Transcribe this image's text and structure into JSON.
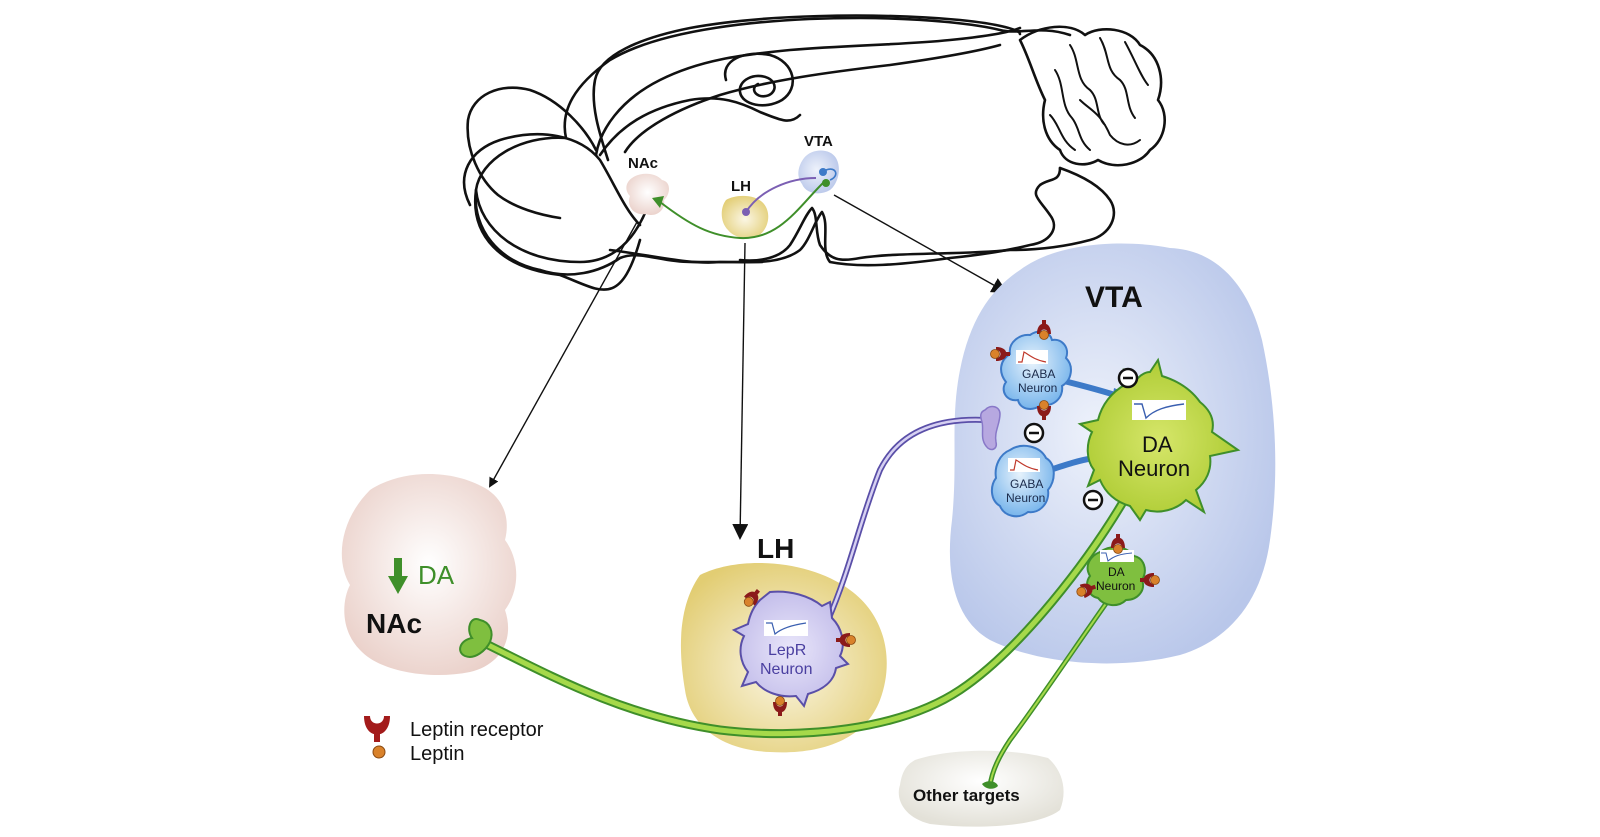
{
  "brain": {
    "labels": {
      "nac": "NAc",
      "lh": "LH",
      "vta": "VTA"
    }
  },
  "regions": {
    "vta": {
      "title": "VTA",
      "gaba_neuron_top": {
        "line1": "GABA",
        "line2": "Neuron"
      },
      "gaba_neuron_bottom": {
        "line1": "GABA",
        "line2": "Neuron"
      },
      "da_neuron_main": {
        "line1": "DA",
        "line2": "Neuron"
      },
      "da_neuron_small": {
        "line1": "DA",
        "line2": "Neuron"
      },
      "inhibition_symbol": "−"
    },
    "lh": {
      "title": "LH",
      "lepr_neuron": {
        "line1": "LepR",
        "line2": "Neuron"
      }
    },
    "nac": {
      "title": "NAc",
      "da_label": "DA",
      "da_direction": "decrease"
    },
    "other_targets": {
      "title": "Other targets"
    }
  },
  "legend": {
    "items": [
      {
        "icon": "leptin-receptor-icon",
        "label": "Leptin receptor"
      },
      {
        "icon": "leptin-icon",
        "label": "Leptin"
      }
    ]
  },
  "colors": {
    "vta_fill": "#c8d3ee",
    "lh_fill": "#e8d58a",
    "nac_fill": "#efd3cd",
    "other_fill": "#ecebe4",
    "gaba_fill": "#8fc3ef",
    "gaba_stroke": "#3d7ac8",
    "da_fill": "#b7d23a",
    "da_stroke": "#3f8f2a",
    "da_small_fill": "#7fbf3f",
    "lepr_fill": "#c8c4ec",
    "lepr_stroke": "#5a4fa8",
    "axon_green": "#8cc63f",
    "axon_purple": "#8878c8",
    "receptor": "#8b1a1a",
    "leptin": "#d9822b",
    "trace_red": "#c0392b",
    "trace_blue": "#3a5fb0"
  }
}
